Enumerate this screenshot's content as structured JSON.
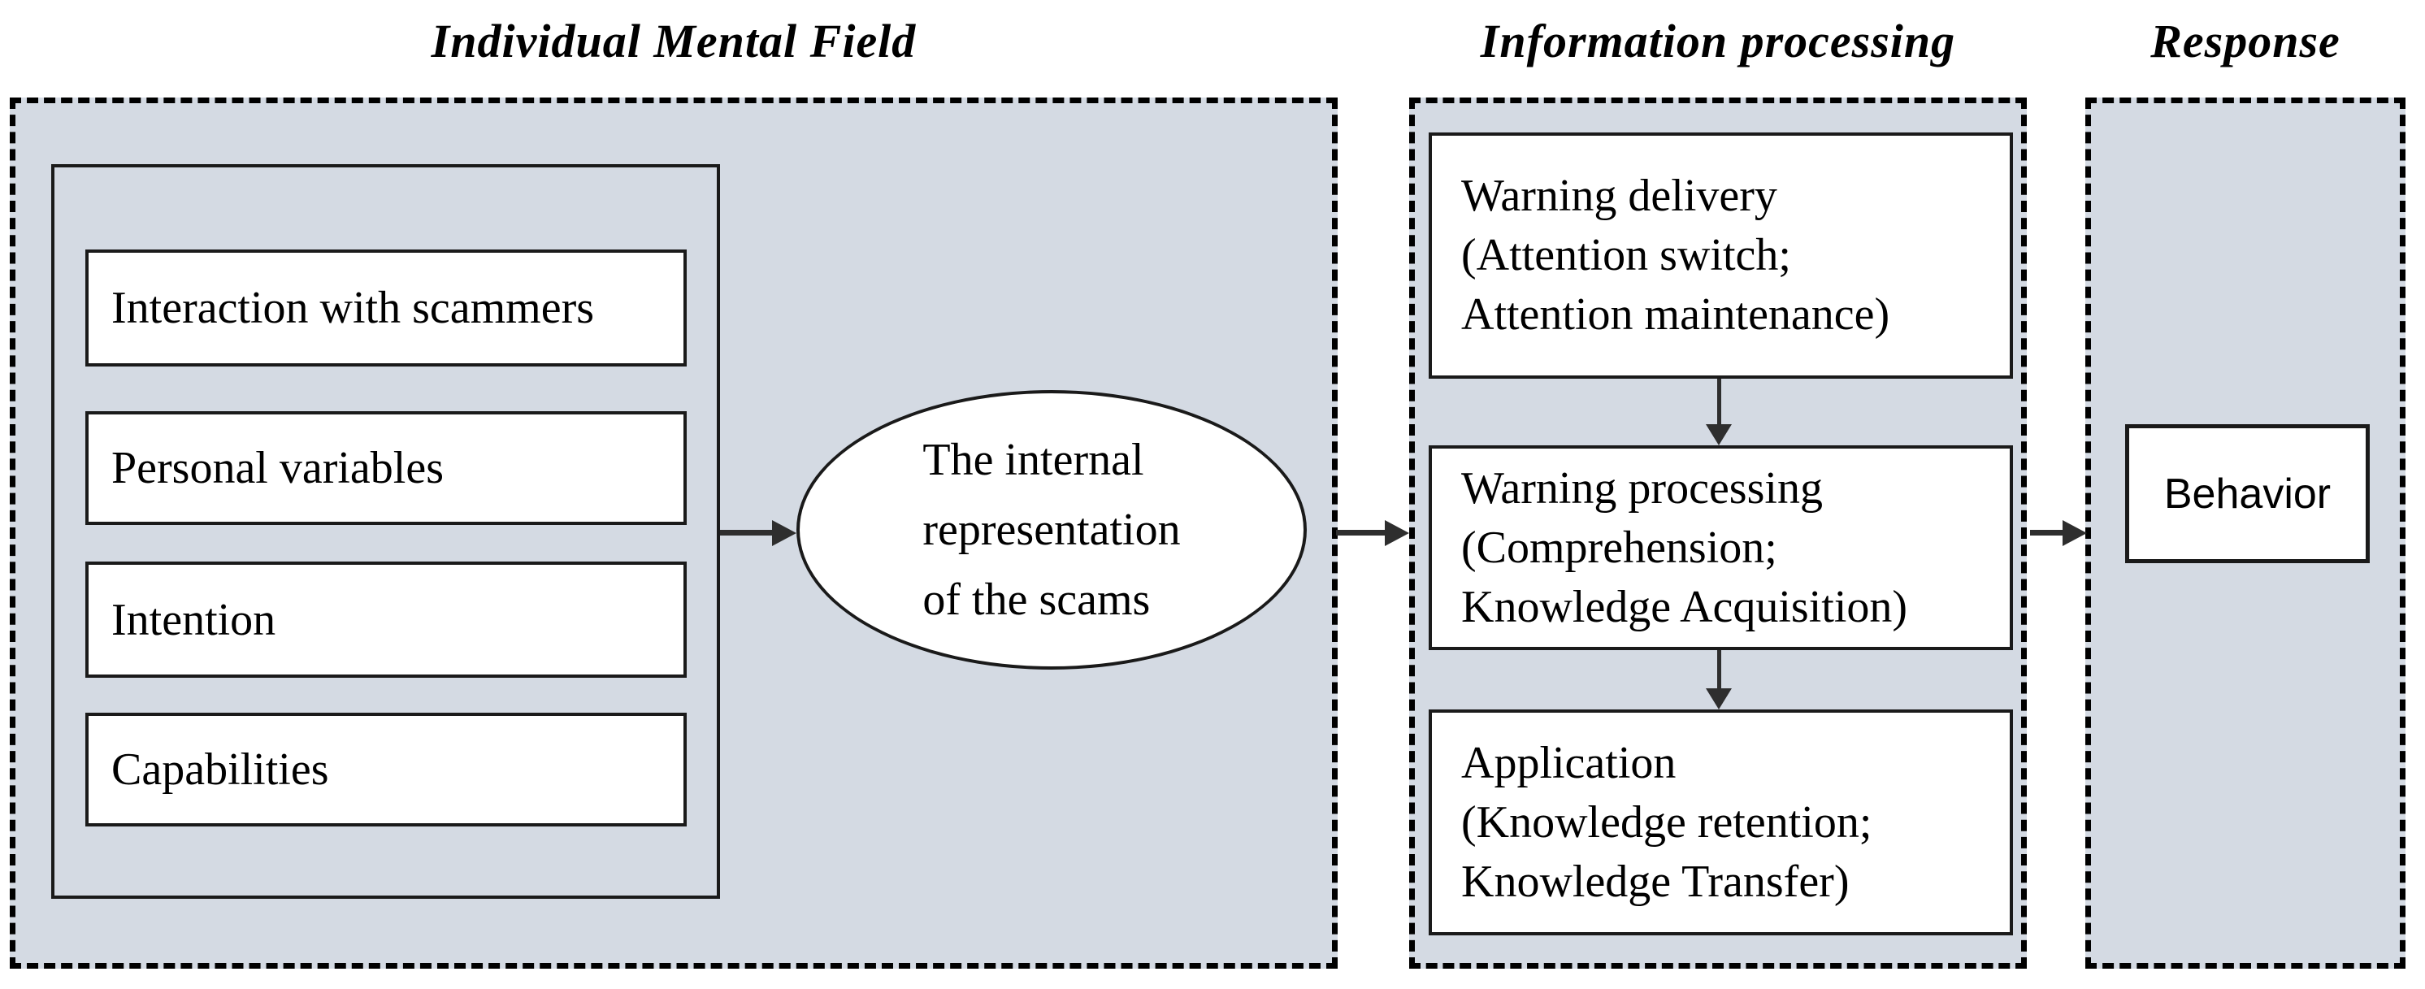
{
  "mental_field": {
    "title": "Individual Mental Field",
    "items": [
      "Interaction with scammers",
      "Personal variables",
      "Intention",
      "Capabilities"
    ],
    "ellipse_lines": [
      "The internal",
      "representation",
      "of the scams"
    ]
  },
  "information_processing": {
    "title": "Information processing",
    "warning_delivery": [
      "Warning delivery",
      "(Attention switch;",
      "Attention maintenance)"
    ],
    "warning_processing": [
      "Warning processing",
      "(Comprehension;",
      "Knowledge Acquisition)"
    ],
    "application": [
      "Application",
      "(Knowledge retention;",
      "Knowledge Transfer)"
    ]
  },
  "response": {
    "title": "Response",
    "behavior": "Behavior"
  },
  "colors": {
    "page_bg": "#ffffff",
    "panel_bg": "#d4dae3",
    "box_bg": "#ffffff",
    "line_color": "#1a1a1a",
    "arrow_color": "#2e2e2e",
    "text_color": "#000000"
  }
}
